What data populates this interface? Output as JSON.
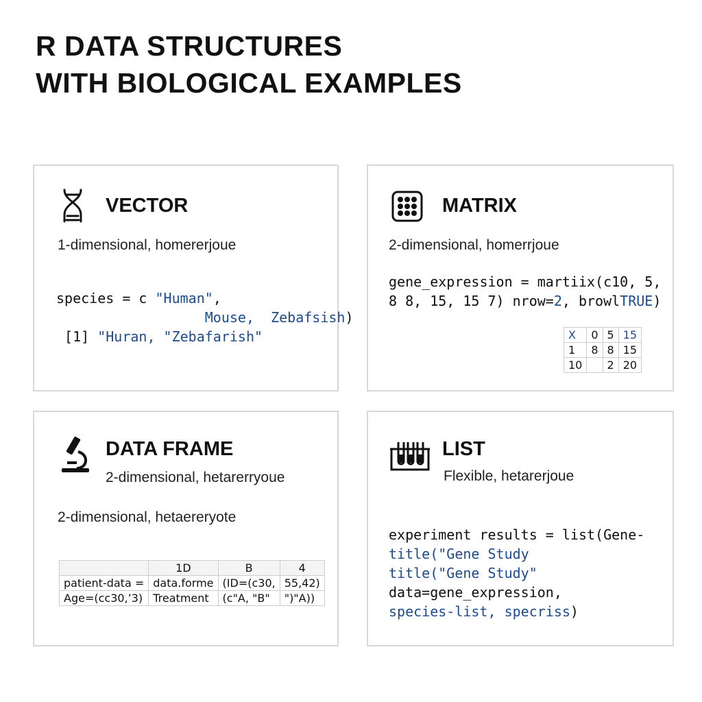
{
  "title": {
    "line1": "R DATA STRUCTURES",
    "line2": "WITH BIOLOGICAL EXAMPLES"
  },
  "vector": {
    "icon": "dna-icon",
    "heading": "VECTOR",
    "desc": "1-dimensional, homererjoue",
    "code": {
      "l1a": "species = c ",
      "l1b": "\"Human\"",
      "l1c": ",",
      "l2": "Mouse,  Zebafsish",
      "l2c": ")",
      "l3a": "[1] ",
      "l3b": "\"Huran, \"Zebafarish\""
    }
  },
  "matrix": {
    "icon": "grid-icon",
    "heading": "MATRIX",
    "desc": "2-dimensional, homerrjoue",
    "code": {
      "l1": "gene_expression = martiix(c10, 5,",
      "l2a": "8 8, 15, 15 7) nrow=",
      "l2b": "2",
      "l2c": ", browl",
      "l2d": "TRUE",
      "l2e": ")"
    },
    "table": [
      [
        "X",
        "0",
        "5",
        "15"
      ],
      [
        "1",
        "8",
        "8",
        "15"
      ],
      [
        "10",
        "",
        "2",
        "20"
      ]
    ]
  },
  "dataframe": {
    "icon": "microscope-icon",
    "heading": "DATA FRAME",
    "subdesc": "2-dimensional, hetarerryoue",
    "desc": "2-dimensional, hetaereryote",
    "table": {
      "headers": [
        "",
        "1D",
        "B",
        "4"
      ],
      "rows": [
        [
          "patient-data =",
          "data.forme",
          "(ID=(c30,",
          "55,42)"
        ],
        [
          "Age=(cc30,’3)",
          "Treatment",
          "(c\"A, \"B\"",
          "\")\"A))"
        ]
      ]
    }
  },
  "list": {
    "icon": "test-tubes-icon",
    "heading": "LIST",
    "desc": "Flexible, hetarerjoue",
    "code": {
      "l1": "experiment results = list(Gene-",
      "l2": "title(\"Gene Study",
      "l3": "title(\"Gene Study\"",
      "l4": "data=gene_expression,",
      "l5a": "species-list, specriss",
      "l5b": ")"
    }
  }
}
